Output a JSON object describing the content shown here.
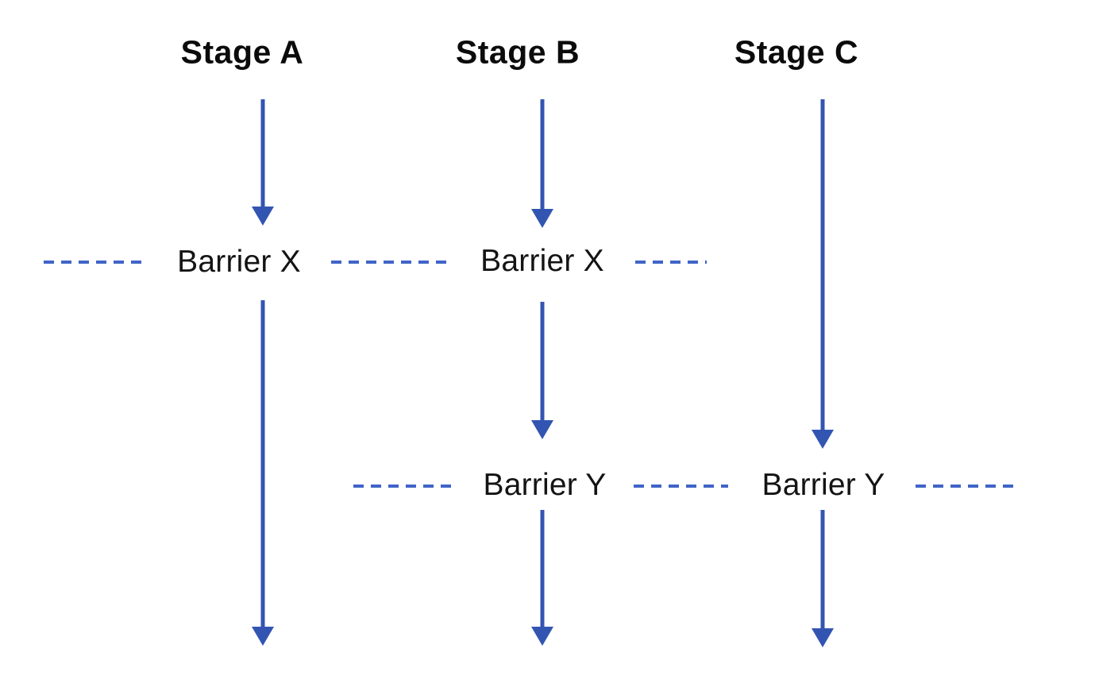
{
  "diagram": {
    "stages": [
      {
        "label": "Stage A"
      },
      {
        "label": "Stage B"
      },
      {
        "label": "Stage C"
      }
    ],
    "barriers": [
      {
        "label": "Barrier X",
        "instances": 2,
        "applies_to_stages": [
          "Stage A",
          "Stage B"
        ]
      },
      {
        "label": "Barrier Y",
        "instances": 2,
        "applies_to_stages": [
          "Stage B",
          "Stage C"
        ]
      }
    ],
    "colors": {
      "arrow": "#3355b2",
      "dashed_line": "#4064c8",
      "label_text": "#0b0b0b",
      "background": "#ffffff"
    }
  }
}
